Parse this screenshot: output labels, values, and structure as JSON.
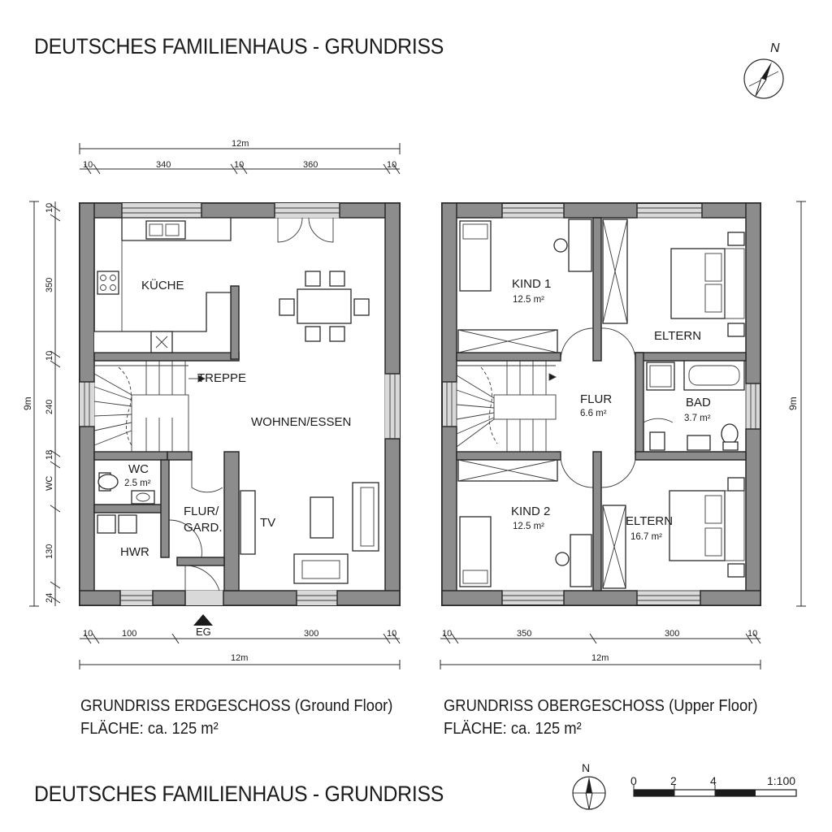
{
  "title": "DEUTSCHES FAMILIENHAUS - GRUNDRISS",
  "ground_floor": {
    "caption_line1": "GRUNDRISS ERDGESCHOSS (Ground Floor)",
    "caption_line2": "FLÄCHE: ca. 125 m²",
    "rooms": {
      "kueche": "KÜCHE",
      "treppe": "TREPPE",
      "wohnen": "WOHNEN/ESSEN",
      "wc": "WC",
      "wc_area": "2.5 m²",
      "flur_l1": "FLUR/",
      "flur_l2": "GARD.",
      "tv": "TV",
      "hwr": "HWR"
    },
    "entrance_label": "EG",
    "dims_top": {
      "total": "12m",
      "a": "10",
      "b": "340",
      "c": "10",
      "d": "360",
      "e": "10"
    },
    "dims_left": {
      "total": "9m",
      "a": "10",
      "b": "350",
      "c": "10",
      "d": "240",
      "e": "18",
      "f": "WC",
      "g": "130",
      "h": "24"
    },
    "dims_bottom": {
      "a": "10",
      "b": "100",
      "c": "300",
      "d": "10",
      "total": "12m"
    }
  },
  "upper_floor": {
    "caption_line1": "GRUNDRISS OBERGESCHOSS (Upper Floor)",
    "caption_line2": "FLÄCHE: ca. 125 m²",
    "rooms": {
      "kind1": "KIND 1",
      "kind1_area": "12.5 m²",
      "eltern_top": "ELTERN",
      "flur": "FLUR",
      "flur_area": "6.6 m²",
      "bad": "BAD",
      "bad_area": "3.7 m²",
      "kind2": "KIND 2",
      "kind2_area": "12.5 m²",
      "eltern_bottom": "ELTERN",
      "eltern_bottom_area": "16.7 m²"
    },
    "dims_right": {
      "total": "9m"
    },
    "dims_bottom": {
      "a": "10",
      "b": "350",
      "c": "300",
      "d": "10",
      "total": "12m"
    }
  },
  "north_label": "N",
  "scale_bar": {
    "ticks": [
      "0",
      "2",
      "4"
    ],
    "ratio": "1:100"
  }
}
